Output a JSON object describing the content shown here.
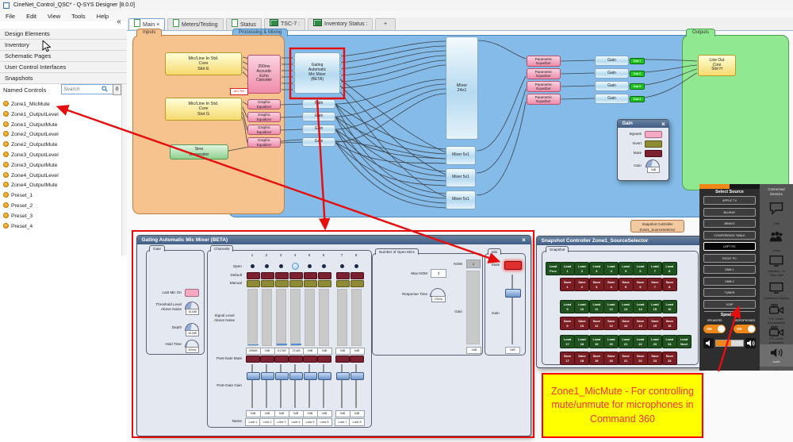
{
  "window": {
    "title": "CineNet_Control_QSC* - Q-SYS Designer [8.0.0]",
    "menus": [
      "File",
      "Edit",
      "View",
      "Tools",
      "Help"
    ],
    "collapse_glyph": "«"
  },
  "tabs": {
    "items": [
      {
        "label": "Main",
        "icon": "schematic",
        "active": true,
        "close": "×"
      },
      {
        "label": "Meters/Testing",
        "icon": "schematic"
      },
      {
        "label": "Status",
        "icon": "schematic"
      },
      {
        "label": "TSC-7 :",
        "icon": "screen"
      },
      {
        "label": "Inventory Status :",
        "icon": "screen"
      }
    ],
    "new_tab": "+"
  },
  "sidebar": {
    "sections": [
      "Design Elements",
      "Inventory",
      "Schematic Pages",
      "User Control Interfaces",
      "Snapshots"
    ],
    "named_controls": {
      "label": "Named Controls",
      "search_placeholder": "Search",
      "badge": "0",
      "items": [
        "Zone1_MicMute",
        "Zone1_OutputLevel",
        "Zone1_OutputMute",
        "Zone2_OutputLevel",
        "Zone2_OutputMute",
        "Zone3_OutputLevel",
        "Zone3_OutputMute",
        "Zone4_OutputLevel",
        "Zone4_OutputMute",
        "Preset_1",
        "Preset_2",
        "Preset_3",
        "Preset_4"
      ]
    }
  },
  "schematic": {
    "group_inputs": "Inputs",
    "group_processing": "Processing & Mixing",
    "group_outputs": "Outputs",
    "blocks": {
      "slot_e": [
        "Mic/Line In Std.",
        "Core",
        "Slot E"
      ],
      "slot_g": [
        "Mic/Line In Std.",
        "Core",
        "Slot G"
      ],
      "generator": [
        "Sine",
        "Generator"
      ],
      "aec": [
        "200ms",
        "Acoustic",
        "Echo",
        "Canceler"
      ],
      "aec_ref": "AEC Ref",
      "gamm": [
        "Gating",
        "Automatic",
        "Mic Mixer",
        "(BETA)"
      ],
      "geq": [
        "Graphic",
        "Equalizer"
      ],
      "gain": "Gain",
      "mixer24": [
        "Mixer",
        "24x1"
      ],
      "mixer5": "Mixer 5x1",
      "peq": [
        "Parametric",
        "Equalizer"
      ],
      "out_tags": [
        "Out 1",
        "Out 2",
        "Out 3",
        "Out 4"
      ],
      "line_out": [
        "Line Out",
        "Core",
        "Slot H"
      ]
    },
    "gain_legend": {
      "title": "Gain",
      "close": "×",
      "bypass": "Bypass",
      "invert": "Invert",
      "mute": "Mute",
      "gain": "Gain",
      "gain_value": "0dB"
    },
    "snapshot_tag": [
      "Snapshot Controller",
      "Zone1_SourceSelector"
    ]
  },
  "gamm_panel": {
    "title": "Gating Automatic Mic Mixer (BETA)",
    "close": "×",
    "gate": {
      "label": "Gate",
      "last_mic_on": "Last Mic On",
      "threshold": [
        "Threshold Level",
        "Above Noise"
      ],
      "threshold_value": "18.0dB",
      "depth": "Depth",
      "depth_value": "18.0dB",
      "hold": "Hold Time",
      "hold_value": "400ms"
    },
    "channels": {
      "label": "Channels",
      "numbers": [
        "1",
        "2",
        "3",
        "4",
        "5",
        "6",
        "7",
        "8"
      ],
      "open": "Open",
      "default": "Default",
      "manual": "Manual",
      "signal": [
        "Signal Level",
        "Above Noise"
      ],
      "signal_values": [
        ".098dB",
        "0dB",
        ".617dB",
        ".721dB",
        "0dB",
        "0dB",
        "0dB",
        "0dB"
      ],
      "post_gate_mute": "Post-Gate Mute",
      "post_gate_gain": "Post-Gate Gain",
      "gain_values": [
        "0dB",
        "0dB",
        "0dB",
        "0dB",
        "0dB",
        "0dB",
        "0dB",
        "0dB"
      ],
      "name": "Name",
      "names": [
        "Lobe 1",
        "Lobe 2",
        "Lobe 3",
        "Lobe 4",
        "Lobe 5",
        "Lobe 6",
        "Lobe 7",
        "Lobe 8"
      ]
    },
    "nom": {
      "label": "Number of Open Mics",
      "nom": "NOM",
      "nom_value": "1",
      "max_nom": "Max NOM",
      "max_nom_value": "3",
      "response": "Response Time",
      "response_value": "100ms",
      "gain": "Gain",
      "gain_value": "-0dB"
    },
    "mix": {
      "label": "Mix",
      "mute": "Mute",
      "gain": "Gain",
      "gain_value": "0dB"
    }
  },
  "snapshot_panel": {
    "title": "Snapshot Controller Zone1_SourceSelector",
    "group": "Snapshot",
    "rows": [
      {
        "start_col": 0,
        "style": "load",
        "labels": [
          "Load Prev",
          "Load 1",
          "Load 2",
          "Load 3",
          "Load 4",
          "Load 5",
          "Load 6",
          "Load 7",
          "Load 8"
        ]
      },
      {
        "start_col": 1,
        "style": "save",
        "labels": [
          "Save 1",
          "Save 2",
          "Save 3",
          "Save 4",
          "Save 5",
          "Save 6",
          "Save 7",
          "Save 8"
        ]
      },
      {
        "start_col": 1,
        "style": "load",
        "labels": [
          "Load 9",
          "Load 10",
          "Load 11",
          "Load 12",
          "Load 13",
          "Load 14",
          "Load 15",
          "Load 16"
        ]
      },
      {
        "start_col": 1,
        "style": "save",
        "labels": [
          "Save 9",
          "Save 10",
          "Save 11",
          "Save 12",
          "Save 13",
          "Save 14",
          "Save 15",
          "Save 16"
        ]
      },
      {
        "start_col": 1,
        "style": "load",
        "labels": [
          "Load 17",
          "Load 18",
          "Load 19",
          "Load 20",
          "Load 21",
          "Load 22",
          "Load 23",
          "Load 24",
          "Load Next"
        ]
      },
      {
        "start_col": 1,
        "style": "save",
        "labels": [
          "Save 17",
          "Save 18",
          "Save 19",
          "Save 20",
          "Save 21",
          "Save 22",
          "Save 23",
          "Save 24"
        ]
      }
    ]
  },
  "source_panel": {
    "title": "Select Source",
    "buttons": [
      "APPLE TV",
      "BLURAY",
      "BRAVO",
      "CONFERENCE TABLE",
      "LEFT PC",
      "RIGHT PC",
      "DMB 1",
      "DMB 2",
      "TUNER",
      "VOIP"
    ],
    "selected": "LEFT PC",
    "speakers": "Speakers",
    "toggle_speakers": "SPEAKERS",
    "toggle_mics": "MICROPHONES",
    "on": "ON"
  },
  "devices_panel": {
    "title": [
      "Connected",
      "Devices"
    ],
    "items": [
      {
        "icon": "chat-icon",
        "lines": [
          "Chat"
        ]
      },
      {
        "icon": "users-icon",
        "lines": [
          "Users"
        ]
      },
      {
        "icon": "display-icon",
        "lines": [
          "Overview - Tv",
          "Video Wall"
        ]
      },
      {
        "icon": "display-icon",
        "lines": [
          "Conference Display"
        ]
      },
      {
        "icon": "camera-icon",
        "lines": [
          "VTC Codec",
          "(Unclassified)"
        ]
      },
      {
        "icon": "camera-icon",
        "lines": [
          "VTC Codec",
          "(Classified)"
        ]
      },
      {
        "icon": "speaker-icon",
        "lines": [
          "Audio"
        ],
        "highlight": true
      }
    ]
  },
  "annotation": {
    "lines": [
      "Zone1_MicMute - For controlling",
      "mute/unmute for microphones in",
      "Command 360"
    ]
  }
}
